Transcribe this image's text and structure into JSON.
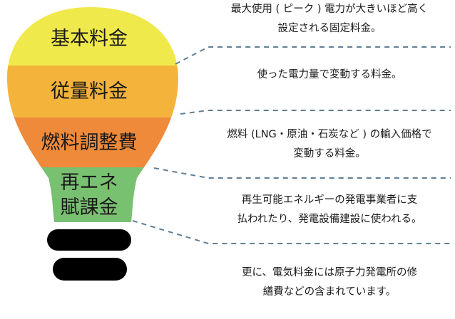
{
  "segments": [
    {
      "label": "基本料金",
      "color": "#f0e94b"
    },
    {
      "label": "従量料金",
      "color": "#f4b33a"
    },
    {
      "label": "燃料調整費",
      "color": "#ef8a3a"
    },
    {
      "label_line1": "再エネ",
      "label_line2": "賦課金",
      "color": "#78c170"
    }
  ],
  "descriptions": [
    {
      "line1": "最大使用 ( ピーク ) 電力が大きいほど高く",
      "line2": "設定される固定料金。"
    },
    {
      "line1": "使った電力量で変動する料金。"
    },
    {
      "line1": "燃料 (LNG・原油・石炭など ) の輸入価格で",
      "line2": "変動する料金。"
    },
    {
      "line1": "再生可能エネルギーの発電事業者に支",
      "line2": "払われたり、発電設備建設に使われる。"
    },
    {
      "line1": "更に、電気料金には原子力発電所の修",
      "line2": "繕費などの含まれています。"
    }
  ],
  "colors": {
    "connector": "#5f7f96",
    "base": "#000000"
  }
}
